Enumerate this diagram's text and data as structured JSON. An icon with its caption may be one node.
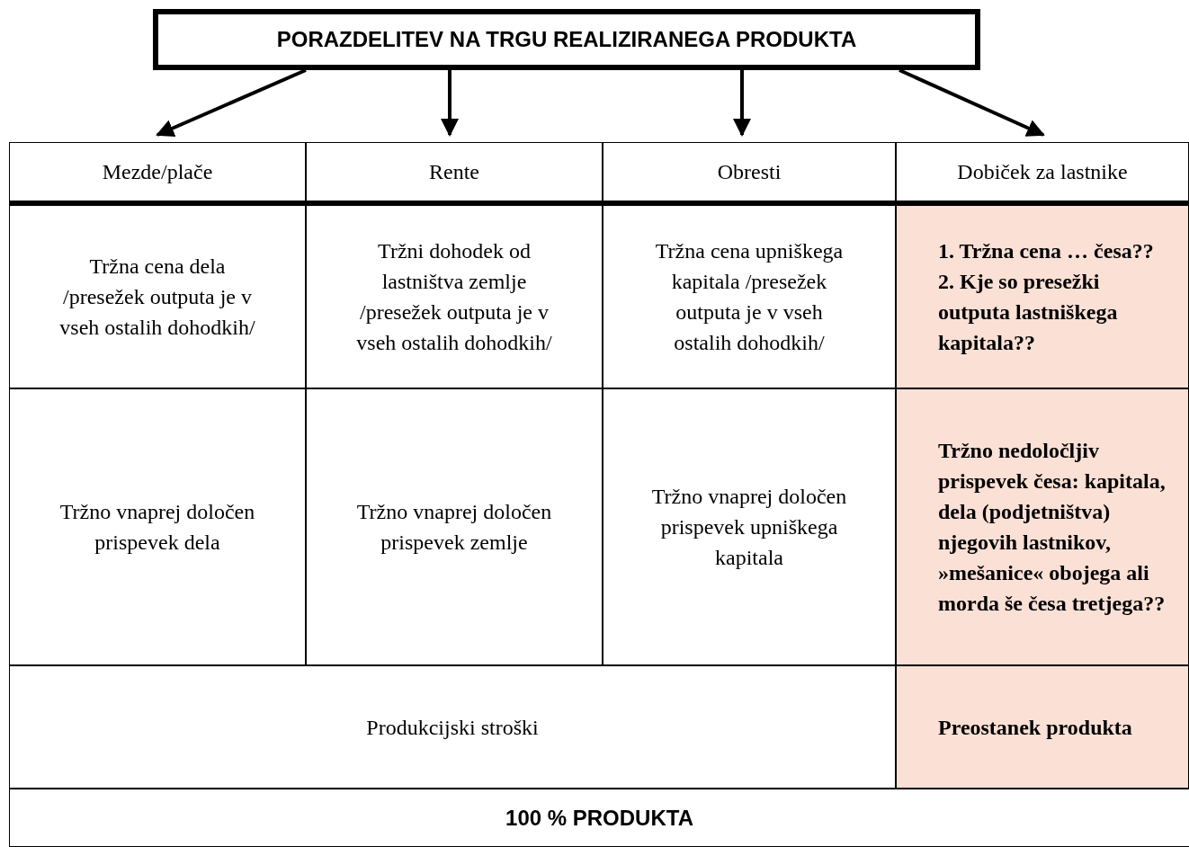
{
  "diagram": {
    "nodes": [
      {
        "text": [
          "PORAZDELITEV NA TRGU REALIZIRANEGA PRODUKTA"
        ]
      },
      {
        "text": [
          "Mezde/plače"
        ]
      },
      {
        "text": [
          "Rente"
        ]
      },
      {
        "text": [
          "Obresti"
        ]
      },
      {
        "text": [
          "Dobiček za lastnike"
        ]
      },
      {
        "text": [
          "Tržna cena dela /presežek outputa je v vseh ostalih dohodkih/"
        ]
      },
      {
        "text": [
          "Tržni dohodek od lastništva zemlje /presežek outputa je v vseh ostalih dohodkih/"
        ]
      },
      {
        "text": [
          "Tržna cena upniškega kapitala /presežek outputa je v vseh ostalih dohodkih/"
        ]
      },
      {
        "text": [
          "1. Tržna cena … česa?? 2. Kje so presežki outputa lastniškega kapitala??"
        ]
      },
      {
        "text": [
          "Tržno vnaprej določen prispevek dela"
        ]
      },
      {
        "text": [
          "Tržno vnaprej določen prispevek zemlje"
        ]
      },
      {
        "text": [
          "Tržno vnaprej določen prispevek upniškega kapitala"
        ]
      },
      {
        "text": [
          "Tržno nedoločljiv prispevek česa: kapitala, dela (podjetništva) njegovih lastnikov, »mešanice« obojega ali morda še česa tretjega??"
        ]
      },
      {
        "text": [
          "Produkcijski stroški"
        ]
      },
      {
        "text": [
          "Preostanek produkta"
        ]
      },
      {
        "text": [
          "100 % PRODUKTA"
        ]
      }
    ],
    "edges": [
      {
        "from": 0,
        "to": 1,
        "arrow": "to"
      },
      {
        "from": 0,
        "to": 2,
        "arrow": "to"
      },
      {
        "from": 0,
        "to": 3,
        "arrow": "to"
      },
      {
        "from": 0,
        "to": 4,
        "arrow": "to"
      }
    ]
  }
}
